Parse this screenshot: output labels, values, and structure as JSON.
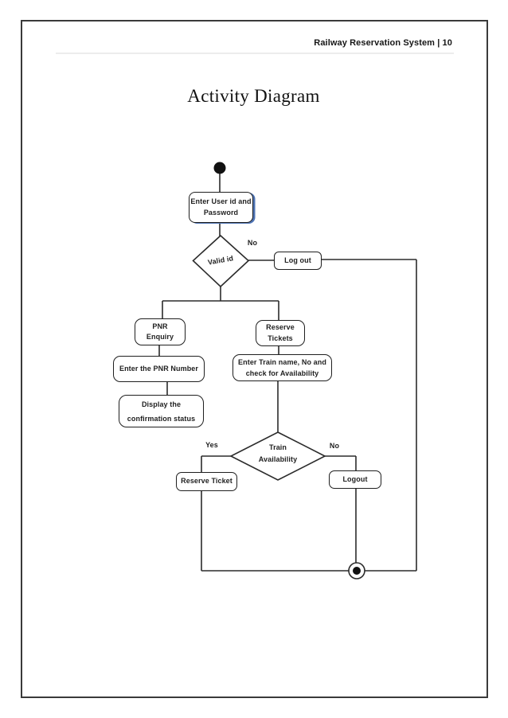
{
  "page": {
    "header": "Railway Reservation System | 10",
    "title": "Activity Diagram"
  },
  "diagram": {
    "nodes": {
      "enter_user": "Enter User id and Password",
      "valid_id": "Valid id",
      "log_out": "Log out",
      "pnr_enquiry": "PNR Enquiry",
      "reserve_tickets": "Reserve Tickets",
      "enter_pnr": "Enter the PNR Number",
      "enter_train": "Enter Train name, No and check for Availability",
      "display_confirmation": "Display the confirmation status",
      "train_availability_line1": "Train",
      "train_availability_line2": "Availability",
      "reserve_ticket": "Reserve Ticket",
      "logout": "Logout"
    },
    "edge_labels": {
      "no_top": "No",
      "yes": "Yes",
      "no_bottom": "No"
    },
    "colors": {
      "line": "#2b2b2b",
      "node_border": "#1f1f1f",
      "accent_blue": "#4e73b4",
      "header_text": "#161616"
    }
  }
}
